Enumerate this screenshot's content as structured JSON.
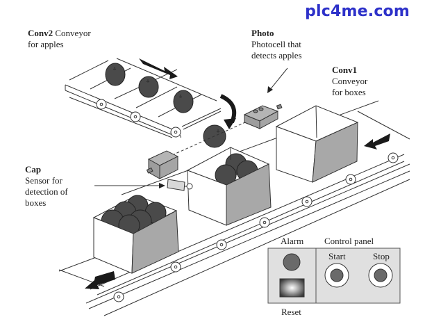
{
  "watermark": "plc4me.com",
  "labels": {
    "conv2": {
      "name": "Conv2",
      "desc_line1": "Conveyor",
      "desc_line2": "for apples"
    },
    "photo": {
      "name": "Photo",
      "desc_line1": "Photocell that",
      "desc_line2": "detects apples"
    },
    "conv1": {
      "name": "Conv1",
      "desc_line1": "Conveyor",
      "desc_line2": "for boxes"
    },
    "cap": {
      "name": "Cap",
      "desc_line1": "Sensor for",
      "desc_line2": "detection of",
      "desc_line3": "boxes"
    }
  },
  "control_panel": {
    "title": "Control panel",
    "alarm_label": "Alarm",
    "reset_label": "Reset",
    "start_label": "Start",
    "stop_label": "Stop"
  },
  "colors": {
    "apple": "#4a4a4a",
    "box_side": "#a8a8a8",
    "panel_bg": "#e0e0e0",
    "sensor": "#a9a9a9",
    "watermark": "#2d31c9"
  }
}
